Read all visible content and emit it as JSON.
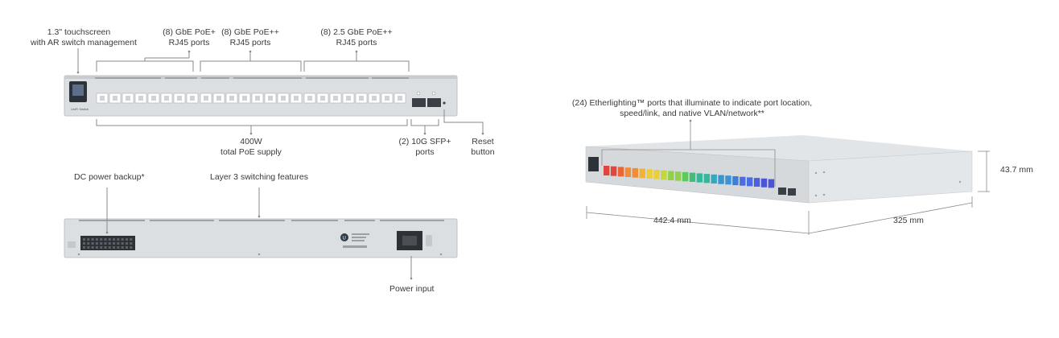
{
  "front_view": {
    "touchscreen_label_line1": "1.3\" touchscreen",
    "touchscreen_label_line2": "with AR switch management",
    "gbe_poe_label_line1": "(8) GbE PoE+",
    "gbe_poe_label_line2": "RJ45 ports",
    "gbe_poepp_label_line1": "(8) GbE PoE++",
    "gbe_poepp_label_line2": "RJ45 ports",
    "g25_poepp_label_line1": "(8) 2.5 GbE PoE++",
    "g25_poepp_label_line2": "RJ45 ports",
    "poe_supply_line1": "400W",
    "poe_supply_line2": "total PoE supply",
    "sfp_line1": "(2) 10G SFP+",
    "sfp_line2": "ports",
    "reset_line1": "Reset",
    "reset_line2": "button"
  },
  "rear_view": {
    "dc_backup_label": "DC power backup*",
    "layer3_label": "Layer 3 switching features",
    "power_input_label": "Power input"
  },
  "perspective_view": {
    "etherlighting_line1": "(24) Etherlighting™ ports that illuminate to indicate port location,",
    "etherlighting_line2": "speed/link, and native VLAN/network**",
    "height_dim": "43.7 mm",
    "width_dim": "442.4 mm",
    "depth_dim": "325 mm"
  },
  "colors": {
    "chassis": "#d9dcdf",
    "chassis_dark": "#b9bdc1",
    "port": "#ffffff",
    "leader_line": "#8a8a8a",
    "etherlight": [
      "#e0463c",
      "#e8663a",
      "#ef8e3a",
      "#f2b13c",
      "#e9cf3c",
      "#c3d640",
      "#8fd24a",
      "#5cc95a",
      "#3fc07a",
      "#35b79d",
      "#34a9bd",
      "#3a94d2",
      "#3f7fdc",
      "#4a6ee0",
      "#4d5fe0",
      "#4a55d8"
    ]
  },
  "icons": {
    "touchscreen": "touchscreen-icon",
    "ui_logo": "ubiquiti-logo"
  }
}
